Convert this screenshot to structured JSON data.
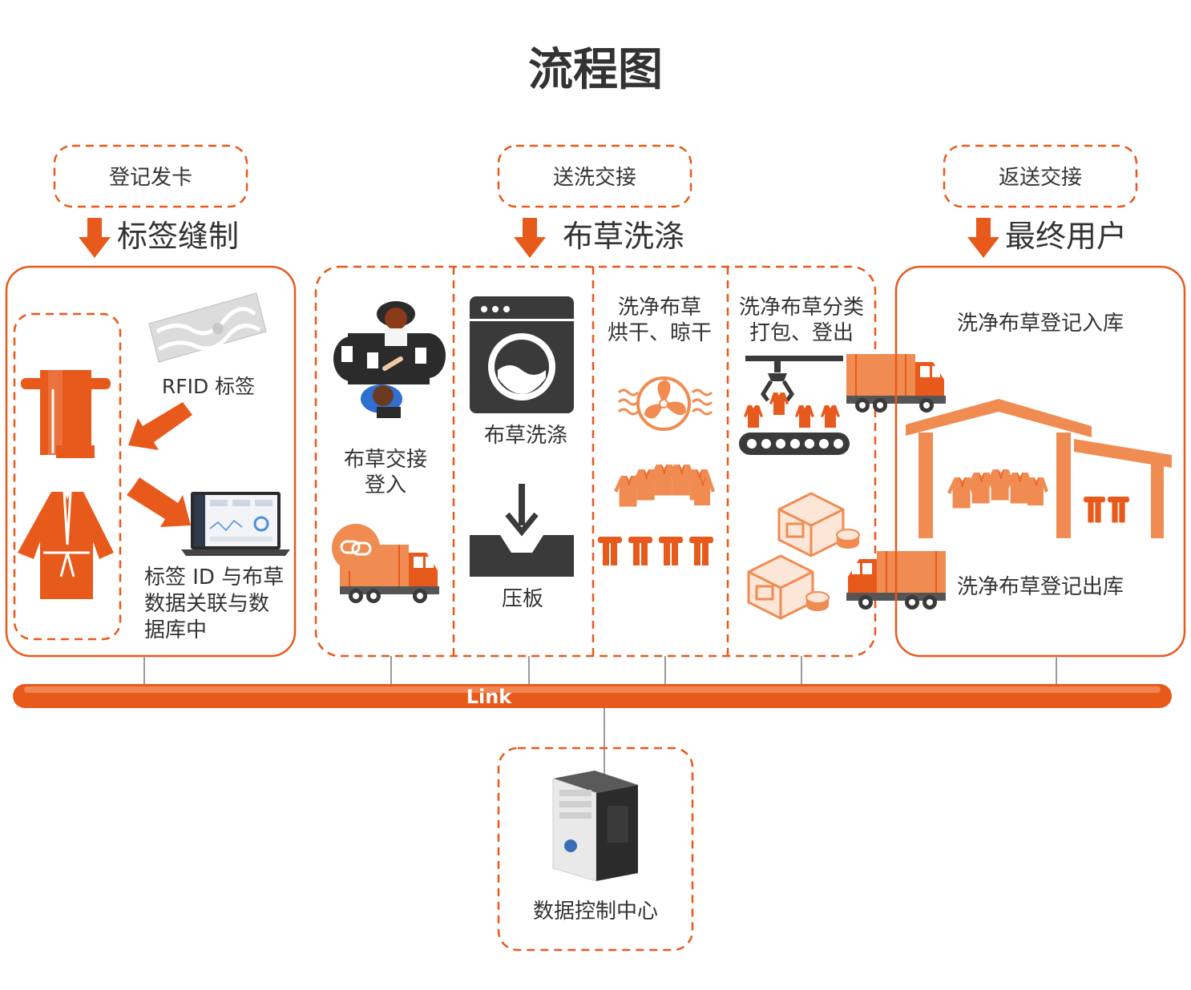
{
  "title": "流程图",
  "colors": {
    "accent": "#e8591c",
    "light_accent": "#f08c52",
    "icon_dark": "#3a3a3a",
    "text": "#333333"
  },
  "stages": {
    "register": {
      "tag": "登记发卡",
      "heading": "标签缝制",
      "rfid_label": "RFID 标签",
      "desc": [
        "标签 ID 与布草",
        "数据关联与数",
        "据库中"
      ]
    },
    "washing": {
      "tag": "送洗交接",
      "heading": "布草洗涤",
      "handover": [
        "布草交接",
        "登入"
      ],
      "wash_label": "布草洗涤",
      "press_label": "压板",
      "dry": [
        "洗净布草",
        "烘干、晾干"
      ],
      "sort": [
        "洗净布草分类",
        "打包、登出"
      ]
    },
    "enduser": {
      "tag": "返送交接",
      "heading": "最终用户",
      "stock_in": "洗净布草登记入库",
      "stock_out": "洗净布草登记出库"
    }
  },
  "link_label": "Link",
  "control_center": "数据控制中心",
  "icons": [
    "arrow-down-icon",
    "towel-icon",
    "robe-icon",
    "rfid-tag-icon",
    "laptop-icon",
    "handshake-icon",
    "truck-icon",
    "washing-machine-icon",
    "press-tray-icon",
    "fan-icon",
    "robes-group-icon",
    "hanging-towels-icon",
    "claw-icon",
    "conveyor-icon",
    "package-icon",
    "warehouse-icon",
    "server-tower-icon"
  ]
}
